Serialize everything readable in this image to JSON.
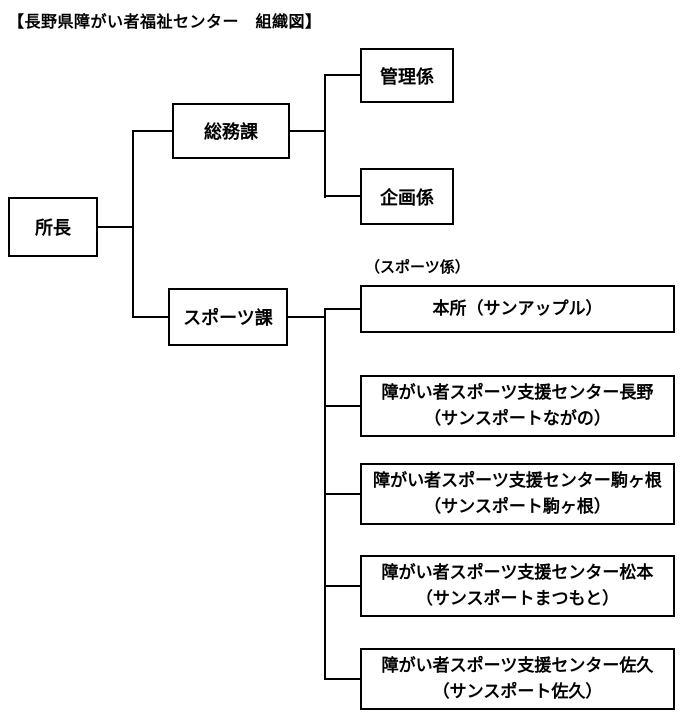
{
  "title": "【長野県障がい者福祉センター　組織図】",
  "org": {
    "director": "所長",
    "general_affairs": {
      "label": "総務課",
      "sections": [
        {
          "label": "管理係"
        },
        {
          "label": "企画係"
        }
      ]
    },
    "sports": {
      "label": "スポーツ課",
      "note": "（スポーツ係）",
      "head_office": "本所（サンアップル）",
      "centers": [
        {
          "name": "障がい者スポーツ支援センター長野",
          "sub": "（サンスポートながの）"
        },
        {
          "name": "障がい者スポーツ支援センター駒ヶ根",
          "sub": "（サンスポート駒ヶ根）"
        },
        {
          "name": "障がい者スポーツ支援センター松本",
          "sub": "（サンスポートまつもと）"
        },
        {
          "name": "障がい者スポーツ支援センター佐久",
          "sub": "（サンスポート佐久）"
        }
      ]
    }
  },
  "colors": {
    "background": "#ffffff",
    "line": "#000000",
    "text": "#000000"
  }
}
